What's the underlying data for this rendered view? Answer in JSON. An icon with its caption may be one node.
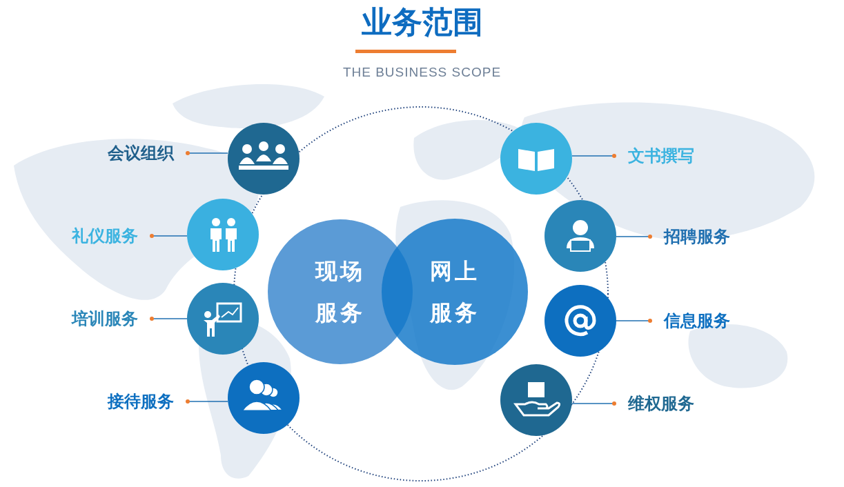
{
  "diagram": {
    "title": "业务范围",
    "nodes": [
      {
        "text": [
          "现场服务"
        ]
      },
      {
        "text": [
          "网上服务"
        ]
      },
      {
        "text": [
          "会议组织"
        ]
      },
      {
        "text": [],
        "shape": "circle"
      },
      {
        "text": [],
        "shape": "circle"
      },
      {
        "text": [
          "文书撰写"
        ]
      },
      {
        "text": [
          "礼仪服务"
        ]
      },
      {
        "text": [],
        "shape": "circle"
      },
      {
        "text": [],
        "shape": "circle"
      },
      {
        "text": [
          "招聘服务"
        ]
      },
      {
        "text": [
          "培训服务"
        ]
      },
      {
        "text": [],
        "shape": "circle"
      },
      {
        "text": [],
        "shape": "circle"
      },
      {
        "text": [
          "信息服务"
        ]
      },
      {
        "text": [
          "接待服务"
        ]
      },
      {
        "text": [],
        "shape": "circle"
      },
      {
        "text": [],
        "shape": "circle"
      },
      {
        "text": [
          "维权服务"
        ]
      }
    ],
    "edges": [
      {
        "from": 2,
        "to": 3,
        "arrow": "other"
      },
      {
        "from": 5,
        "to": 4,
        "arrow": "other"
      },
      {
        "from": 6,
        "to": 7,
        "arrow": "other"
      },
      {
        "from": 9,
        "to": 8,
        "arrow": "other"
      },
      {
        "from": 10,
        "to": 11,
        "arrow": "other"
      },
      {
        "from": 13,
        "to": 12,
        "arrow": "other"
      },
      {
        "from": 14,
        "to": 15,
        "arrow": "other"
      },
      {
        "from": 17,
        "to": 16,
        "arrow": "other"
      }
    ],
    "labels": [
      "THE BUSINESS SCOPE"
    ]
  }
}
